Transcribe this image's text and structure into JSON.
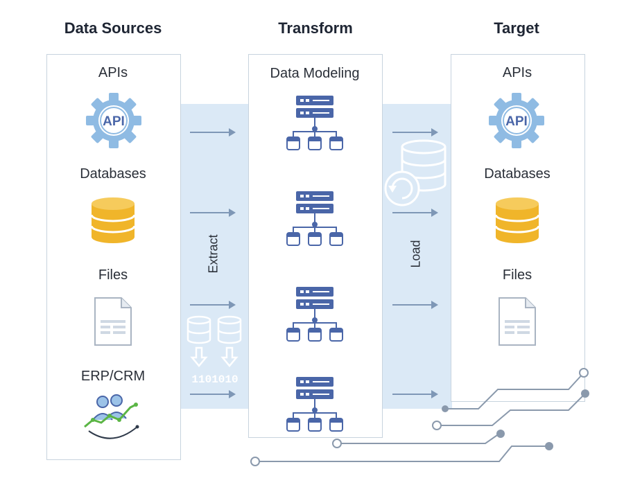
{
  "columns": {
    "sources": {
      "title": "Data Sources",
      "items": [
        "APIs",
        "Databases",
        "Files",
        "ERP/CRM"
      ]
    },
    "transform": {
      "title": "Transform",
      "subtitle": "Data Modeling"
    },
    "target": {
      "title": "Target",
      "items": [
        "APIs",
        "Databases",
        "Files"
      ]
    }
  },
  "stages": {
    "extract": "Extract",
    "load": "Load"
  },
  "icons": {
    "api_text": "API",
    "binary_text": "1101010"
  },
  "colors": {
    "accent_blue": "#4a66a8",
    "gear_blue": "#8fbbe3",
    "db_yellow": "#f0b52a",
    "band": "#dbe9f6",
    "arrow": "#7e97b6",
    "circuit": "#8a99ac"
  }
}
